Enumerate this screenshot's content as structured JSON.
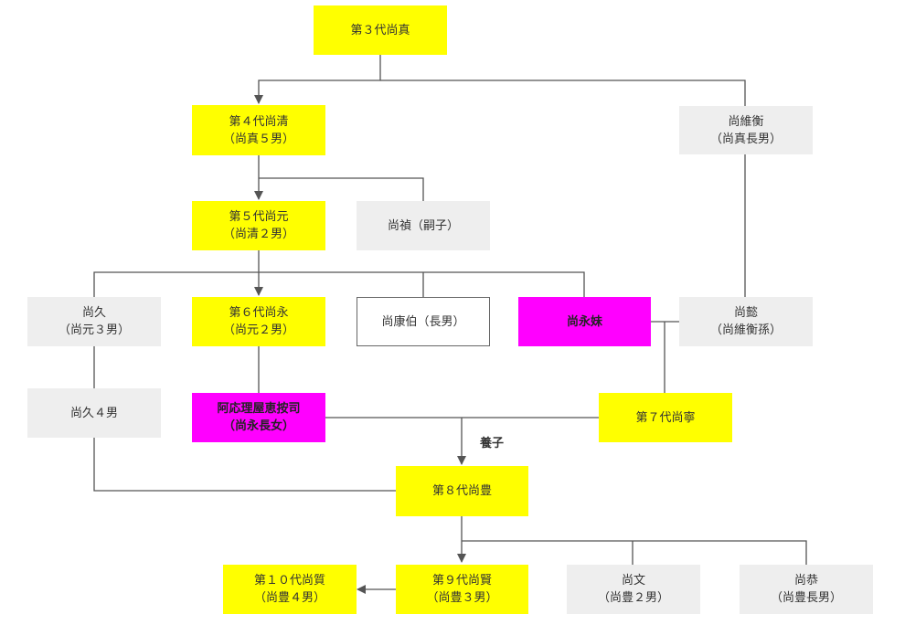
{
  "nodes": {
    "n3": {
      "line1": "第３代尚真",
      "line2": "",
      "fill": "#ffff00"
    },
    "n4": {
      "line1": "第４代尚清",
      "line2": "（尚真５男）",
      "fill": "#ffff00"
    },
    "iei": {
      "line1": "尚維衡",
      "line2": "（尚真長男）",
      "fill": "#eeeeee"
    },
    "n5": {
      "line1": "第５代尚元",
      "line2": "（尚清２男）",
      "fill": "#ffff00"
    },
    "tei": {
      "line1": "尚禎（嗣子）",
      "line2": "",
      "fill": "#eeeeee"
    },
    "kyu": {
      "line1": "尚久",
      "line2": "（尚元３男）",
      "fill": "#eeeeee"
    },
    "n6": {
      "line1": "第６代尚永",
      "line2": "（尚元２男）",
      "fill": "#ffff00"
    },
    "kohaku": {
      "line1": "尚康伯（長男）",
      "line2": "",
      "fill": "#ffffff"
    },
    "eimai": {
      "line1": "尚永妹",
      "line2": "",
      "fill": "#ff00ff"
    },
    "ii": {
      "line1": "尚懿",
      "line2": "（尚維衡孫）",
      "fill": "#eeeeee"
    },
    "kyu4": {
      "line1": "尚久４男",
      "line2": "",
      "fill": "#eeeeee"
    },
    "aori": {
      "line1": "阿応理屋恵按司",
      "line2": "（尚永長女）",
      "fill": "#ff00ff"
    },
    "n7": {
      "line1": "第７代尚寧",
      "line2": "",
      "fill": "#ffff00"
    },
    "n8": {
      "line1": "第８代尚豊",
      "line2": "",
      "fill": "#ffff00"
    },
    "n10": {
      "line1": "第１０代尚質",
      "line2": "（尚豊４男）",
      "fill": "#ffff00"
    },
    "n9": {
      "line1": "第９代尚賢",
      "line2": "（尚豊３男）",
      "fill": "#ffff00"
    },
    "bun": {
      "line1": "尚文",
      "line2": "（尚豊２男）",
      "fill": "#eeeeee"
    },
    "kyo": {
      "line1": "尚恭",
      "line2": "（尚豊長男）",
      "fill": "#eeeeee"
    }
  },
  "edge_labels": {
    "adoption": "養子"
  },
  "colors": {
    "line": "#555555",
    "king": "#ffff00",
    "highlight": "#ff00ff",
    "other": "#eeeeee"
  }
}
